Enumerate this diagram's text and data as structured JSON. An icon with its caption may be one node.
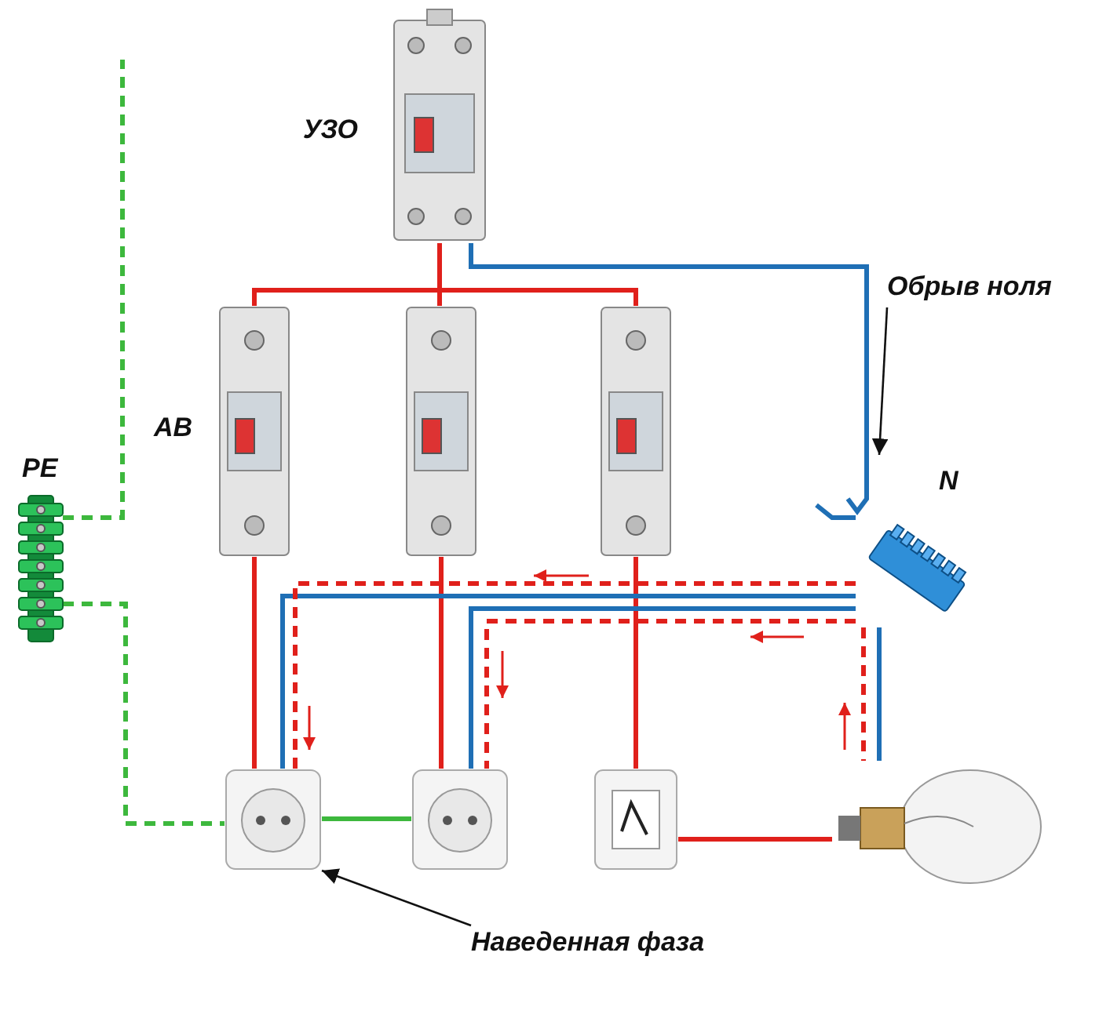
{
  "diagram": {
    "nodes": [
      {
        "text": [],
        "shape": "picture",
        "beside": [
          "УЗО"
        ]
      },
      {
        "text": [
          "Обрыв ноля"
        ]
      },
      {
        "text": [],
        "shape": "picture",
        "beside": [
          "АВ"
        ]
      },
      {
        "text": [],
        "shape": "picture"
      },
      {
        "text": [],
        "shape": "picture"
      },
      {
        "text": [],
        "shape": "picture",
        "beside": [
          "PE"
        ]
      },
      {
        "text": [],
        "shape": "picture",
        "beside": [
          "N"
        ]
      },
      {
        "text": [],
        "shape": "picture"
      },
      {
        "text": [],
        "shape": "picture"
      },
      {
        "text": [],
        "shape": "picture"
      },
      {
        "text": [],
        "shape": "picture"
      },
      {
        "text": [
          "Наведенная фаза"
        ]
      }
    ],
    "edges": [
      {
        "from": 0,
        "to": 2,
        "arrow": "none",
        "color": "#e0201b"
      },
      {
        "from": 0,
        "to": 3,
        "arrow": "none",
        "color": "#e0201b"
      },
      {
        "from": 0,
        "to": 4,
        "arrow": "none",
        "color": "#e0201b"
      },
      {
        "from": 2,
        "to": 7,
        "arrow": "none",
        "color": "#e0201b"
      },
      {
        "from": 3,
        "to": 8,
        "arrow": "none",
        "color": "#e0201b"
      },
      {
        "from": 4,
        "to": 9,
        "arrow": "none",
        "color": "#e0201b"
      },
      {
        "from": 9,
        "to": 10,
        "arrow": "none",
        "color": "#e0201b"
      },
      {
        "from": 6,
        "to": 7,
        "arrow": "none",
        "color": "#1f6fb5"
      },
      {
        "from": 6,
        "to": 8,
        "arrow": "none",
        "color": "#1f6fb5"
      },
      {
        "from": 6,
        "to": 10,
        "arrow": "none",
        "color": "#1f6fb5"
      },
      {
        "from": 5,
        "to": 7,
        "arrow": "none",
        "style": "dashed",
        "color": "#3db83d"
      },
      {
        "from": 7,
        "to": 8,
        "arrow": "none",
        "color": "#3db83d"
      },
      {
        "from": 5,
        "to": null,
        "arrow": "none",
        "style": "dashed",
        "color": "#3db83d"
      },
      {
        "from": 0,
        "to": null,
        "arrow": "none",
        "color": "#1f6fb5"
      },
      {
        "from": 6,
        "to": null,
        "arrow": "none",
        "color": "#1f6fb5"
      },
      {
        "from": 6,
        "to": 10,
        "arrow": "none",
        "style": "dashed",
        "color": "#e0201b"
      },
      {
        "from": 6,
        "to": 7,
        "arrow": "none",
        "style": "dashed",
        "color": "#e0201b"
      },
      {
        "from": 6,
        "to": 8,
        "arrow": "none",
        "style": "dashed",
        "color": "#e0201b"
      },
      {
        "from": 1,
        "to": null,
        "arrow": "to",
        "color": "#111111"
      },
      {
        "from": 11,
        "to": 7,
        "arrow": "to",
        "color": "#111111"
      }
    ]
  }
}
